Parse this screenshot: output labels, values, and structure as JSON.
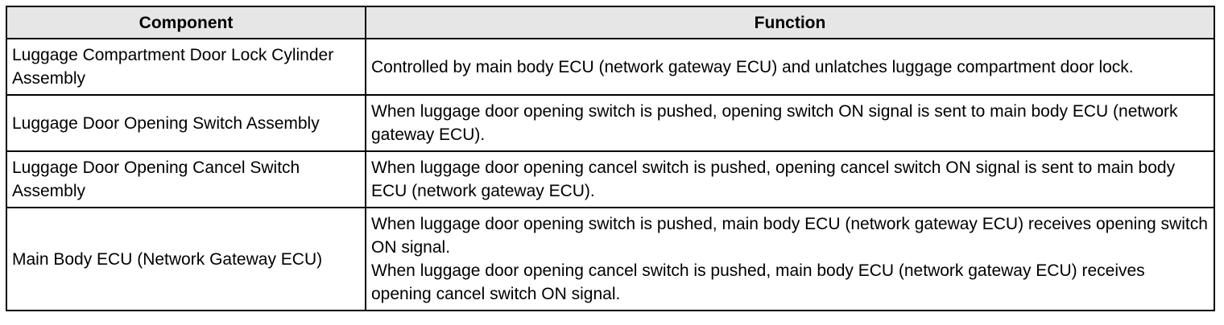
{
  "table": {
    "headers": {
      "component": "Component",
      "function": "Function"
    },
    "rows": [
      {
        "component": "Luggage Compartment Door Lock Cylinder Assembly",
        "function": [
          "Controlled by main body ECU (network gateway ECU) and unlatches luggage compartment door lock."
        ]
      },
      {
        "component": "Luggage Door Opening Switch Assembly",
        "function": [
          "When luggage door opening switch is pushed, opening switch ON signal is sent to main body ECU (network gateway ECU)."
        ]
      },
      {
        "component": "Luggage Door Opening Cancel Switch Assembly",
        "function": [
          "When luggage door opening cancel switch is pushed, opening cancel switch ON signal is sent to main body ECU (network gateway ECU)."
        ]
      },
      {
        "component": "Main Body ECU (Network Gateway ECU)",
        "function": [
          "When luggage door opening switch is pushed, main body ECU (network gateway ECU) receives opening switch ON signal.",
          "When luggage door opening cancel switch is pushed, main body ECU (network gateway ECU) receives opening cancel switch ON signal."
        ]
      }
    ]
  }
}
